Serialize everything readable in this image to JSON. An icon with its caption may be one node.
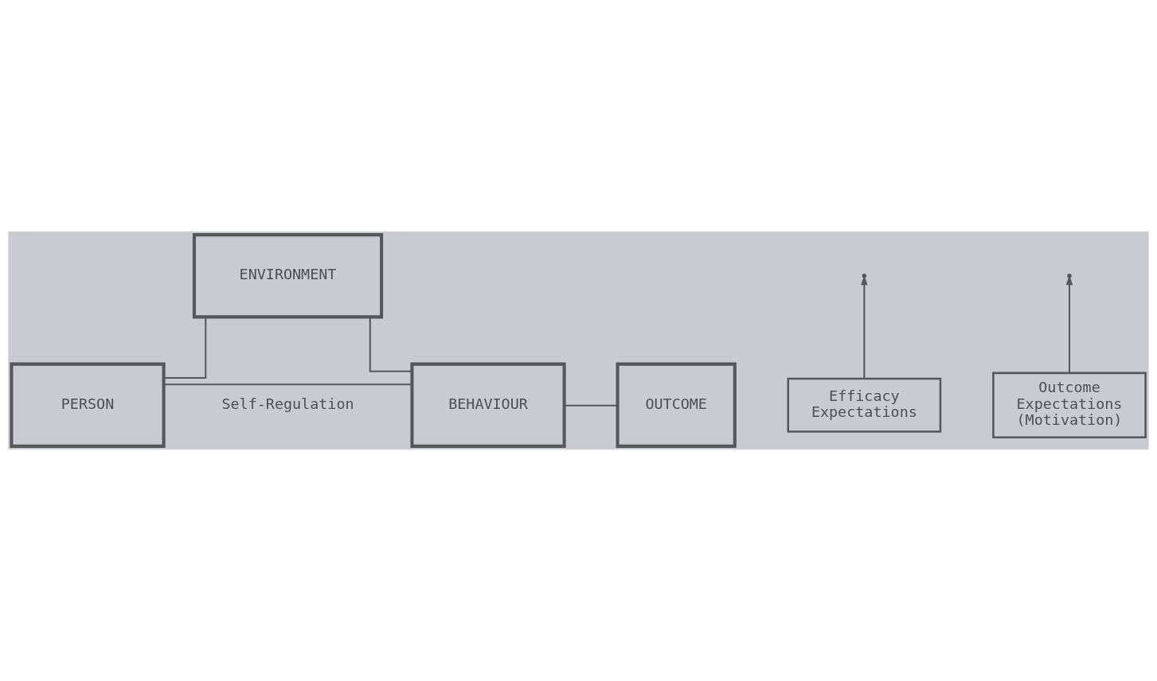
{
  "diagram": {
    "nodes": [
      {
        "text": [
          "ENVIRONMENT"
        ]
      },
      {
        "text": [
          "PERSON"
        ]
      },
      {
        "text": [
          "BEHAVIOUR"
        ]
      },
      {
        "text": [
          "OUTCOME"
        ]
      },
      {
        "text": [
          "Efficacy Expectations"
        ]
      },
      {
        "text": [
          "Outcome Expectations (Motivation)"
        ]
      }
    ],
    "edges": [
      {
        "from": 0,
        "to": 1,
        "arrow": "none"
      },
      {
        "from": 0,
        "to": 2,
        "arrow": "none"
      },
      {
        "from": 1,
        "to": 2,
        "arrow": "none"
      },
      {
        "from": 2,
        "to": 3,
        "arrow": "none"
      },
      {
        "from": 4,
        "to": null,
        "arrow": "to"
      },
      {
        "from": 5,
        "to": null,
        "arrow": "to"
      }
    ],
    "labels": [
      "Self-Regulation"
    ]
  }
}
